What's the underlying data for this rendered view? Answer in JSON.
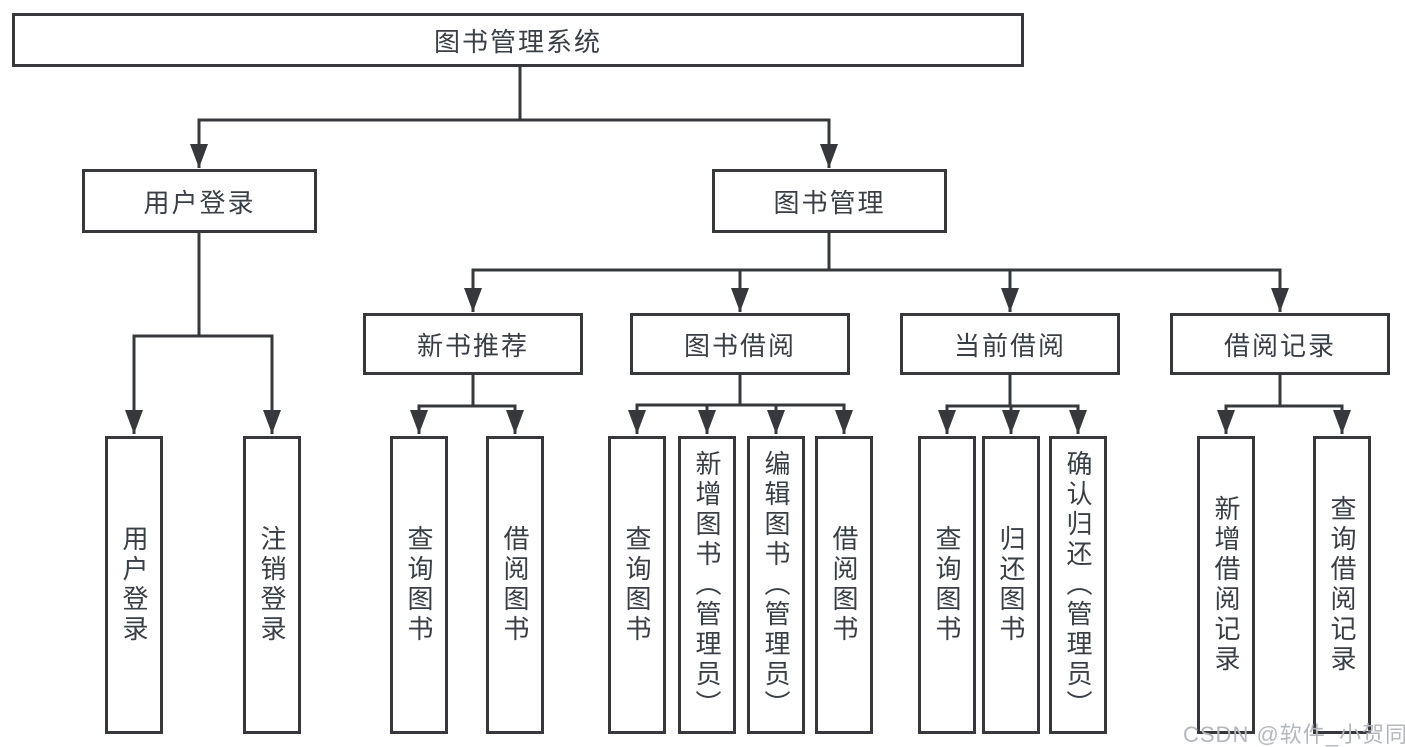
{
  "diagram": {
    "root_label": "图书管理系统",
    "level2": {
      "user_login": "用户登录",
      "book_management": "图书管理"
    },
    "level3": {
      "new_book_recommend": "新书推荐",
      "book_borrow": "图书借阅",
      "current_borrow": "当前借阅",
      "borrow_records": "借阅记录"
    },
    "leaves": {
      "user_login": "用户登录",
      "logout": "注销登录",
      "recommend_query_books": "查询图书",
      "recommend_borrow_books": "借阅图书",
      "borrow_query_books": "查询图书",
      "borrow_add_book_admin": "新增图书（管理员）",
      "borrow_edit_book_admin": "编辑图书（管理员）",
      "borrow_borrow_books": "借阅图书",
      "current_query_books": "查询图书",
      "current_return_book": "归还图书",
      "current_confirm_return_admin": "确认归还（管理员）",
      "records_add_record": "新增借阅记录",
      "records_query_record": "查询借阅记录"
    },
    "colors": {
      "line": "#36383b",
      "text": "#3a3f46",
      "box_background": "#ffffff",
      "page_background": "#ffffff",
      "watermark": "#b4b8be"
    }
  },
  "watermark": {
    "text": "CSDN @软件_小贺同学"
  }
}
